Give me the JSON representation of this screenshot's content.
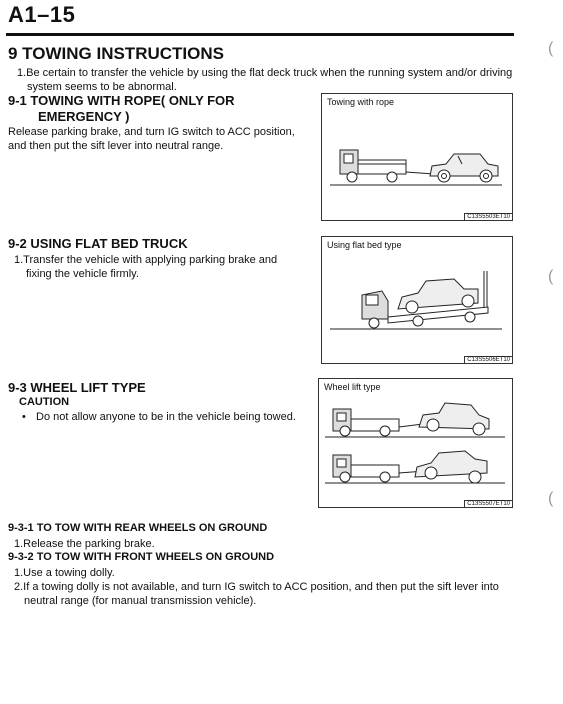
{
  "page_code": "A1–15",
  "section": {
    "title": "9 TOWING INSTRUCTIONS",
    "intro_line1": "1.Be certain to transfer the vehicle by using the flat deck truck when the running system and/or driving",
    "intro_line2": "system seems to be abnormal."
  },
  "s91": {
    "heading_line1": "9-1  TOWING WITH ROPE( ONLY FOR",
    "heading_line2": "EMERGENCY )",
    "body_line1": "Release parking brake, and turn IG switch to ACC position,",
    "body_line2": "and then put the sift lever into neutral range.",
    "figure": {
      "title": "Towing with rope",
      "code": "C13S5503ET10"
    }
  },
  "s92": {
    "heading": "9-2  USING FLAT BED TRUCK",
    "body_line1": "1.Transfer the vehicle with applying parking brake and",
    "body_line2": "fixing the vehicle firmly.",
    "figure": {
      "title": "Using flat bed type",
      "code": "C13S5506ET10"
    }
  },
  "s93": {
    "heading": "9-3  WHEEL LIFT TYPE",
    "caution_label": "CAUTION",
    "caution_text": "Do not allow anyone to be in the vehicle being towed.",
    "figure": {
      "title": "Wheel lift type",
      "code": "C13S5507ET10"
    }
  },
  "s931": {
    "heading": "9-3-1  TO TOW WITH REAR WHEELS ON GROUND",
    "step1": "1.Release the parking brake."
  },
  "s932": {
    "heading": "9-3-2  TO TOW WITH FRONT WHEELS ON GROUND",
    "step1": "1.Use a towing dolly.",
    "step2_line1": "2.If a towing dolly is not available, and turn IG switch to ACC position, and then put the sift lever into",
    "step2_line2": "neutral range (for manual transmission vehicle)."
  }
}
